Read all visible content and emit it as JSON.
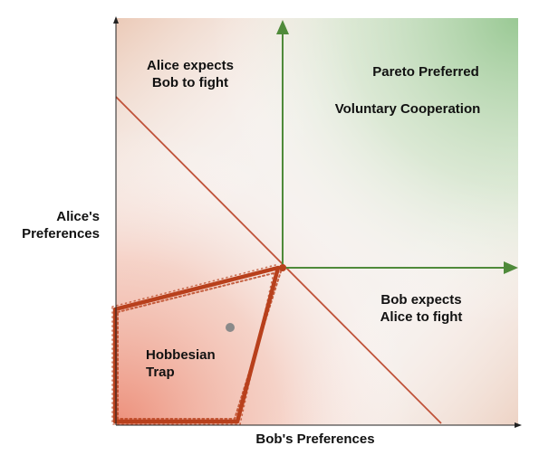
{
  "axes": {
    "x_label": "Bob's Preferences",
    "y_label_line1": "Alice's",
    "y_label_line2": "Preferences"
  },
  "regions": {
    "alice_expects_line1": "Alice expects",
    "alice_expects_line2": "Bob to fight",
    "pareto_preferred": "Pareto Preferred",
    "voluntary_cooperation": "Voluntary Cooperation",
    "bob_expects_line1": "Bob expects",
    "bob_expects_line2": "Alice to fight",
    "hobbesian_line1": "Hobbesian",
    "hobbesian_line2": "Trap"
  },
  "colors": {
    "axis": "#222222",
    "pareto_arrow": "#4f8a3a",
    "trap_outline": "#b8401c",
    "diagonal": "#c0533a",
    "point": "#8a8a8a",
    "red_tint": "#ec8a74",
    "green_tint": "#8fc48a"
  }
}
